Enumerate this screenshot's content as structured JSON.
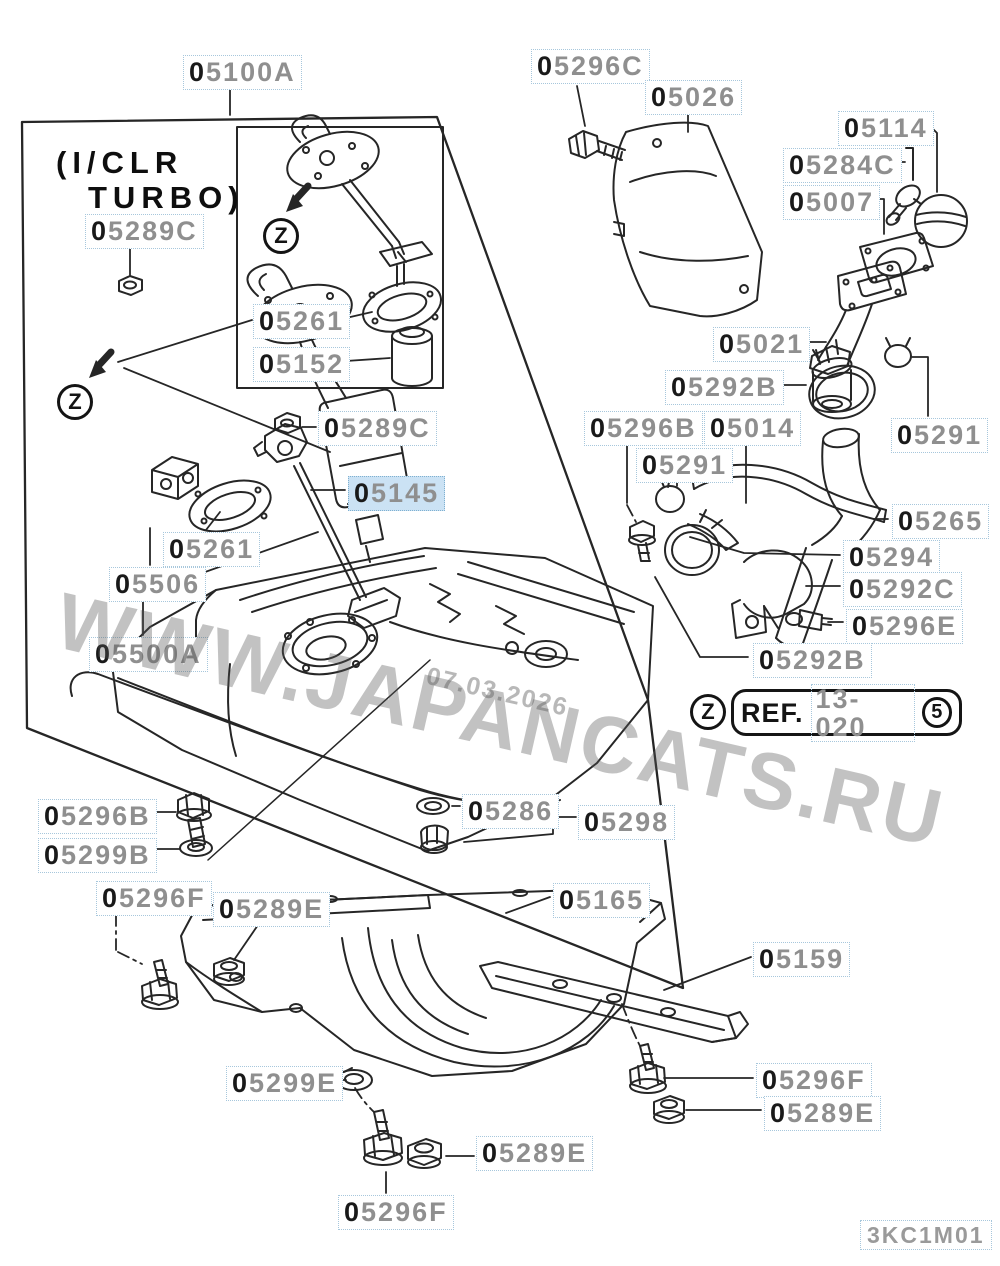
{
  "diagram": {
    "note_line1": "(I/CLR",
    "note_line2": "TURBO)",
    "code": "3KC1M01",
    "watermark": "WWW.JAPANCATS.RU",
    "watermark_date": "07.03.2026",
    "zmark": "Z",
    "highlight_color": "#cbe2f4"
  },
  "ref_box": {
    "zmark": "Z",
    "prefix": "REF.",
    "code": "13-020",
    "number": "5"
  },
  "labels": [
    {
      "part": "05100A",
      "text": "05100A"
    },
    {
      "part": "05289C",
      "text": "05289C"
    },
    {
      "part": "05261",
      "text": "05261"
    },
    {
      "part": "05152",
      "text": "05152"
    },
    {
      "part": "05296C",
      "text": "05296C"
    },
    {
      "part": "05026",
      "text": "05026"
    },
    {
      "part": "05114",
      "text": "05114"
    },
    {
      "part": "05284C",
      "text": "05284C"
    },
    {
      "part": "05007",
      "text": "05007"
    },
    {
      "part": "05021",
      "text": "05021"
    },
    {
      "part": "05292B",
      "text": "05292B"
    },
    {
      "part": "05296B",
      "text": "05296B"
    },
    {
      "part": "05014",
      "text": "05014"
    },
    {
      "part": "05291",
      "text": "05291"
    },
    {
      "part": "05291",
      "text": "05291"
    },
    {
      "part": "05265",
      "text": "05265"
    },
    {
      "part": "05294",
      "text": "05294"
    },
    {
      "part": "05292C",
      "text": "05292C"
    },
    {
      "part": "05296E",
      "text": "05296E"
    },
    {
      "part": "05292B",
      "text": "05292B"
    },
    {
      "part": "05289C",
      "text": "05289C"
    },
    {
      "part": "05145",
      "text": "05145"
    },
    {
      "part": "05261",
      "text": "05261"
    },
    {
      "part": "05506",
      "text": "05506"
    },
    {
      "part": "05500A",
      "text": "05500A"
    },
    {
      "part": "05286",
      "text": "05286"
    },
    {
      "part": "05298",
      "text": "05298"
    },
    {
      "part": "05296B",
      "text": "05296B"
    },
    {
      "part": "05299B",
      "text": "05299B"
    },
    {
      "part": "05296F",
      "text": "05296F"
    },
    {
      "part": "05289E",
      "text": "05289E"
    },
    {
      "part": "05165",
      "text": "05165"
    },
    {
      "part": "05159",
      "text": "05159"
    },
    {
      "part": "05296F",
      "text": "05296F"
    },
    {
      "part": "05289E",
      "text": "05289E"
    },
    {
      "part": "05299E",
      "text": "05299E"
    },
    {
      "part": "05289E",
      "text": "05289E"
    },
    {
      "part": "05296F",
      "text": "05296F"
    }
  ]
}
